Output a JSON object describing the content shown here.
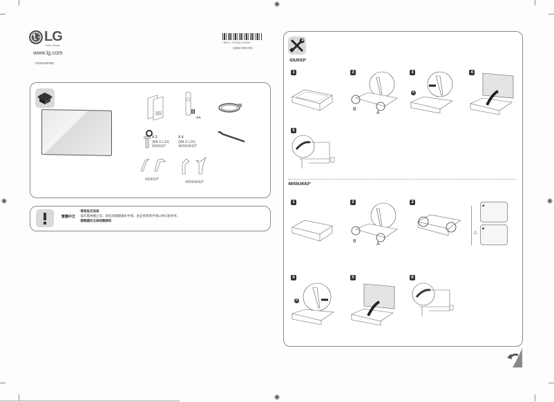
{
  "header": {
    "brand": "LG",
    "tagline": "Life's Good",
    "website": "www.lg.com",
    "model_code": "*UK6320PWE",
    "barcode_text": "*MFL70361008*",
    "revision": "(1802-REV00)"
  },
  "box_contents": {
    "icon": "open-box-icon",
    "items": [
      {
        "name": "manuals",
        "label": ""
      },
      {
        "name": "remote-and-batteries",
        "label": "AA"
      },
      {
        "name": "power-cord",
        "label": ""
      },
      {
        "name": "screws-43",
        "qty": "X 2",
        "spec": "(M4 X L16)",
        "model": "43UK63*"
      },
      {
        "name": "screws-49-55",
        "qty": "X 4",
        "spec": "(M4 X L16)",
        "model": "49/55UK63*"
      },
      {
        "name": "cable-holder",
        "label": ""
      },
      {
        "name": "stand-43",
        "model": "43UK63*"
      },
      {
        "name": "stand-49-55",
        "model": "49/55UK63*"
      }
    ]
  },
  "notice": {
    "icon": "exclamation-icon",
    "language": "繁體中文",
    "lines": [
      "·簡易設定指南",
      "·操作電視機之前，請先詳細閱讀本手冊，並妥善保管手冊以供日後參考。",
      "·請閱讀安全與相關資訊"
    ]
  },
  "assembly": {
    "icon": "tools-icon",
    "section_a": {
      "model": "43UK63*",
      "steps": [
        "1",
        "2",
        "3",
        "4",
        "5"
      ],
      "step2_labels": [
        "B",
        "A"
      ],
      "step3_marker": "A"
    },
    "section_b": {
      "model": "49/55UK63*",
      "steps": [
        "1",
        "2",
        "3",
        "4",
        "5",
        "6"
      ],
      "step2_labels": [
        "B",
        "A"
      ],
      "step4_marker": "A"
    }
  },
  "footer": {
    "page_turn_icon": "page-turn-icon"
  }
}
